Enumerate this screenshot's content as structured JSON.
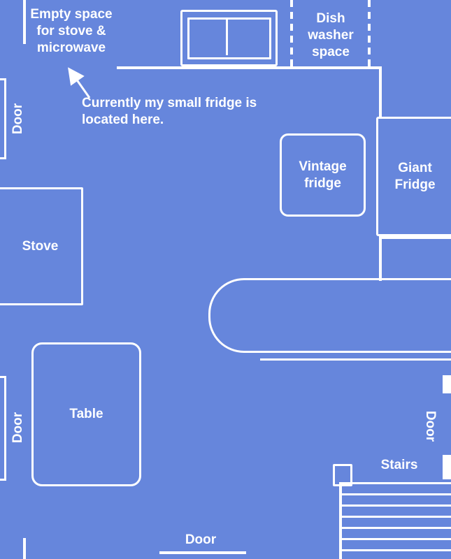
{
  "colors": {
    "background": "#6686DC",
    "line": "#FFFFFF"
  },
  "annotations": {
    "empty_space_note": "Empty space\nfor stove &\nmicrowave",
    "fridge_note": "Currently my small fridge is\nlocated here."
  },
  "areas": {
    "dishwasher_space": "Dish\nwasher\nspace",
    "vintage_fridge": "Vintage\nfridge",
    "giant_fridge": "Giant\nFridge",
    "stove": "Stove",
    "table": "Table",
    "stairs": "Stairs",
    "door": "Door"
  }
}
